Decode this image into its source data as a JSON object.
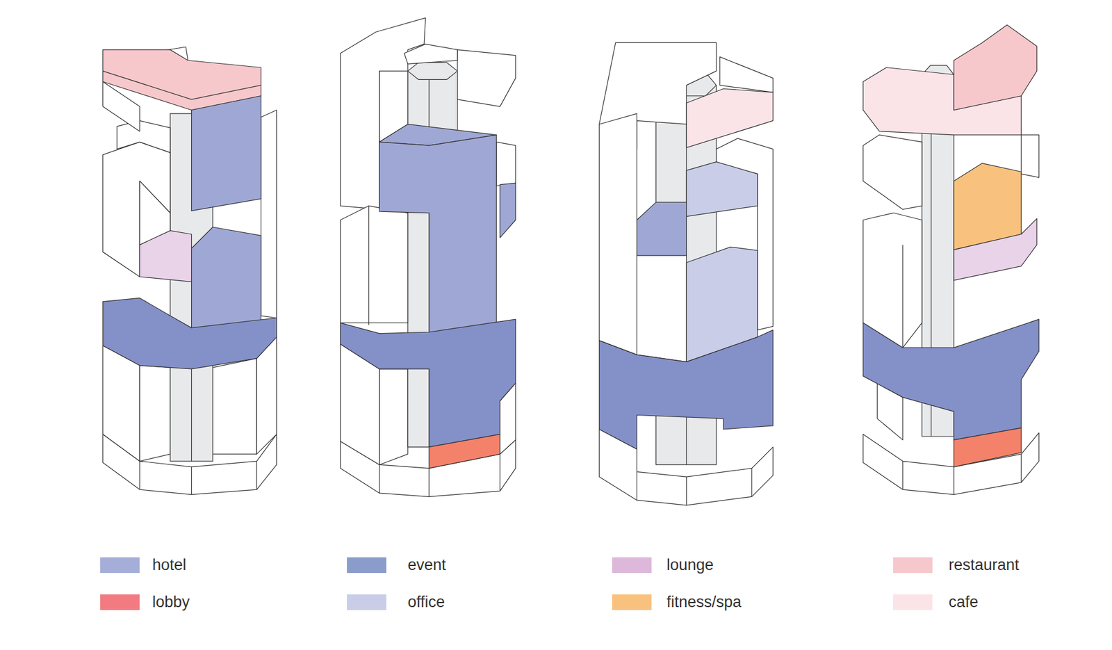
{
  "diagram": {
    "legend": [
      {
        "text": "hotel",
        "color": "#a5aed8"
      },
      {
        "text": "lobby",
        "color": "#f27b82"
      },
      {
        "text": "event",
        "color": "#8a9ccb"
      },
      {
        "text": "office",
        "color": "#c9cde7"
      },
      {
        "text": "lounge",
        "color": "#ddb8da"
      },
      {
        "text": "fitness/spa",
        "color": "#f8c27e"
      },
      {
        "text": "restaurant",
        "color": "#f6c8cc"
      },
      {
        "text": "cafe",
        "color": "#fbe4e8"
      }
    ]
  }
}
